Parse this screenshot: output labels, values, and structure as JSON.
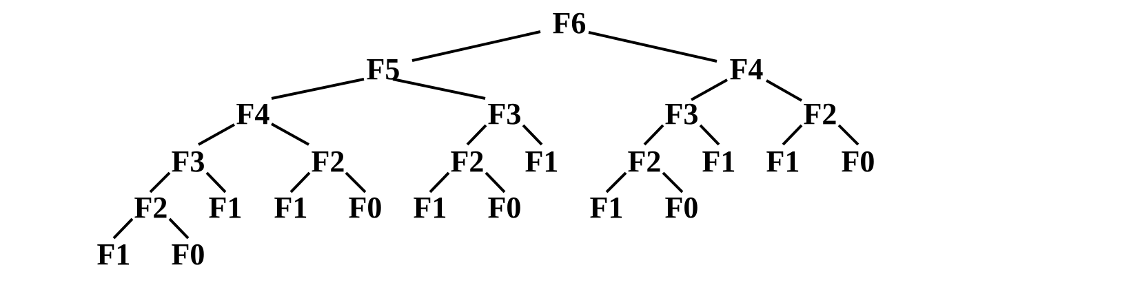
{
  "diagram": {
    "type": "tree",
    "colors": {
      "text": "#000000",
      "edge": "#000000",
      "background": "#ffffff"
    },
    "nodes": [
      {
        "id": "n1",
        "label": "F6"
      },
      {
        "id": "n2",
        "label": "F5"
      },
      {
        "id": "n3",
        "label": "F4"
      },
      {
        "id": "n4",
        "label": "F4"
      },
      {
        "id": "n5",
        "label": "F3"
      },
      {
        "id": "n6",
        "label": "F3"
      },
      {
        "id": "n7",
        "label": "F2"
      },
      {
        "id": "n8",
        "label": "F3"
      },
      {
        "id": "n9",
        "label": "F2"
      },
      {
        "id": "n10",
        "label": "F2"
      },
      {
        "id": "n11",
        "label": "F1"
      },
      {
        "id": "n12",
        "label": "F2"
      },
      {
        "id": "n13",
        "label": "F1"
      },
      {
        "id": "n14",
        "label": "F1"
      },
      {
        "id": "n15",
        "label": "F0"
      },
      {
        "id": "n16",
        "label": "F2"
      },
      {
        "id": "n17",
        "label": "F1"
      },
      {
        "id": "n18",
        "label": "F1"
      },
      {
        "id": "n19",
        "label": "F0"
      },
      {
        "id": "n20",
        "label": "F1"
      },
      {
        "id": "n21",
        "label": "F0"
      },
      {
        "id": "n22",
        "label": "F1"
      },
      {
        "id": "n23",
        "label": "F0"
      },
      {
        "id": "n24",
        "label": "F1"
      },
      {
        "id": "n25",
        "label": "F0"
      }
    ],
    "edges": [
      {
        "from": "n1",
        "to": "n2"
      },
      {
        "from": "n1",
        "to": "n3"
      },
      {
        "from": "n2",
        "to": "n4"
      },
      {
        "from": "n2",
        "to": "n5"
      },
      {
        "from": "n3",
        "to": "n6"
      },
      {
        "from": "n3",
        "to": "n7"
      },
      {
        "from": "n4",
        "to": "n8"
      },
      {
        "from": "n4",
        "to": "n9"
      },
      {
        "from": "n5",
        "to": "n10"
      },
      {
        "from": "n5",
        "to": "n11"
      },
      {
        "from": "n6",
        "to": "n12"
      },
      {
        "from": "n6",
        "to": "n13"
      },
      {
        "from": "n7",
        "to": "n14"
      },
      {
        "from": "n7",
        "to": "n15"
      },
      {
        "from": "n8",
        "to": "n16"
      },
      {
        "from": "n8",
        "to": "n17"
      },
      {
        "from": "n9",
        "to": "n18"
      },
      {
        "from": "n9",
        "to": "n19"
      },
      {
        "from": "n10",
        "to": "n20"
      },
      {
        "from": "n10",
        "to": "n21"
      },
      {
        "from": "n12",
        "to": "n22"
      },
      {
        "from": "n12",
        "to": "n23"
      },
      {
        "from": "n16",
        "to": "n24"
      },
      {
        "from": "n16",
        "to": "n25"
      }
    ]
  }
}
